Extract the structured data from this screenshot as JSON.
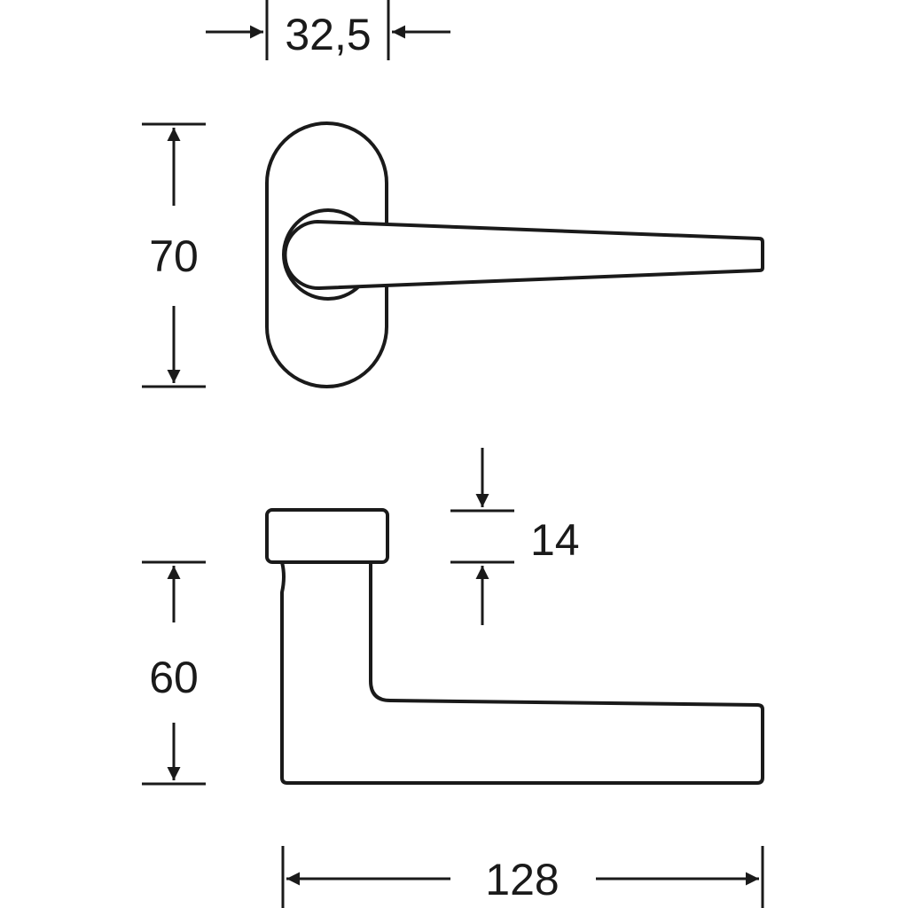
{
  "dimensions": {
    "rose_width": "32,5",
    "rose_height": "70",
    "rose_thickness": "14",
    "lever_projection": "60",
    "lever_length": "128"
  },
  "colors": {
    "line": "#1a1a1a",
    "background": "#ffffff"
  }
}
